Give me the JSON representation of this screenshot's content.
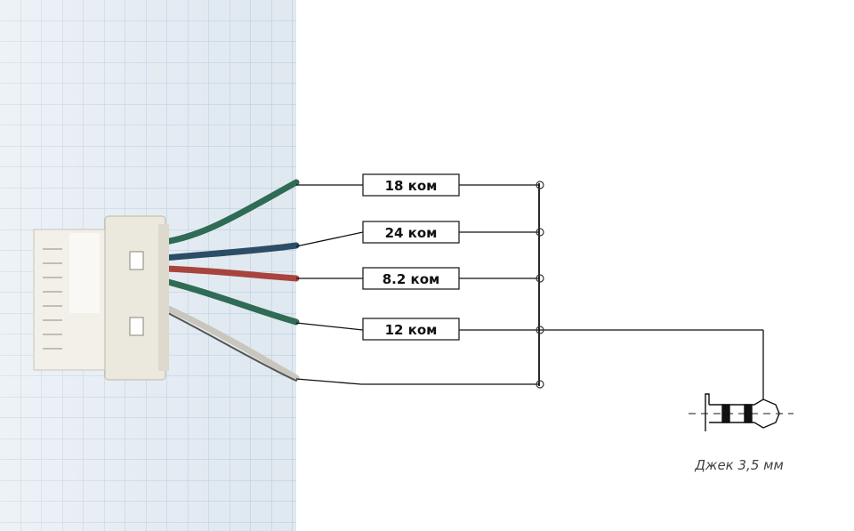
{
  "resistors": [
    {
      "label": "18 ком"
    },
    {
      "label": "24 ком"
    },
    {
      "label": "8.2 ком"
    },
    {
      "label": "12 ком"
    }
  ],
  "jack": {
    "label": "Джек 3,5 мм"
  },
  "colors": {
    "paper": "#e4ecf3",
    "grid": "#a9c3de",
    "wire_green": "#2f6b55",
    "wire_blue": "#2c4d66",
    "wire_red": "#a8443d",
    "wire_white": "#c9c6bd"
  }
}
